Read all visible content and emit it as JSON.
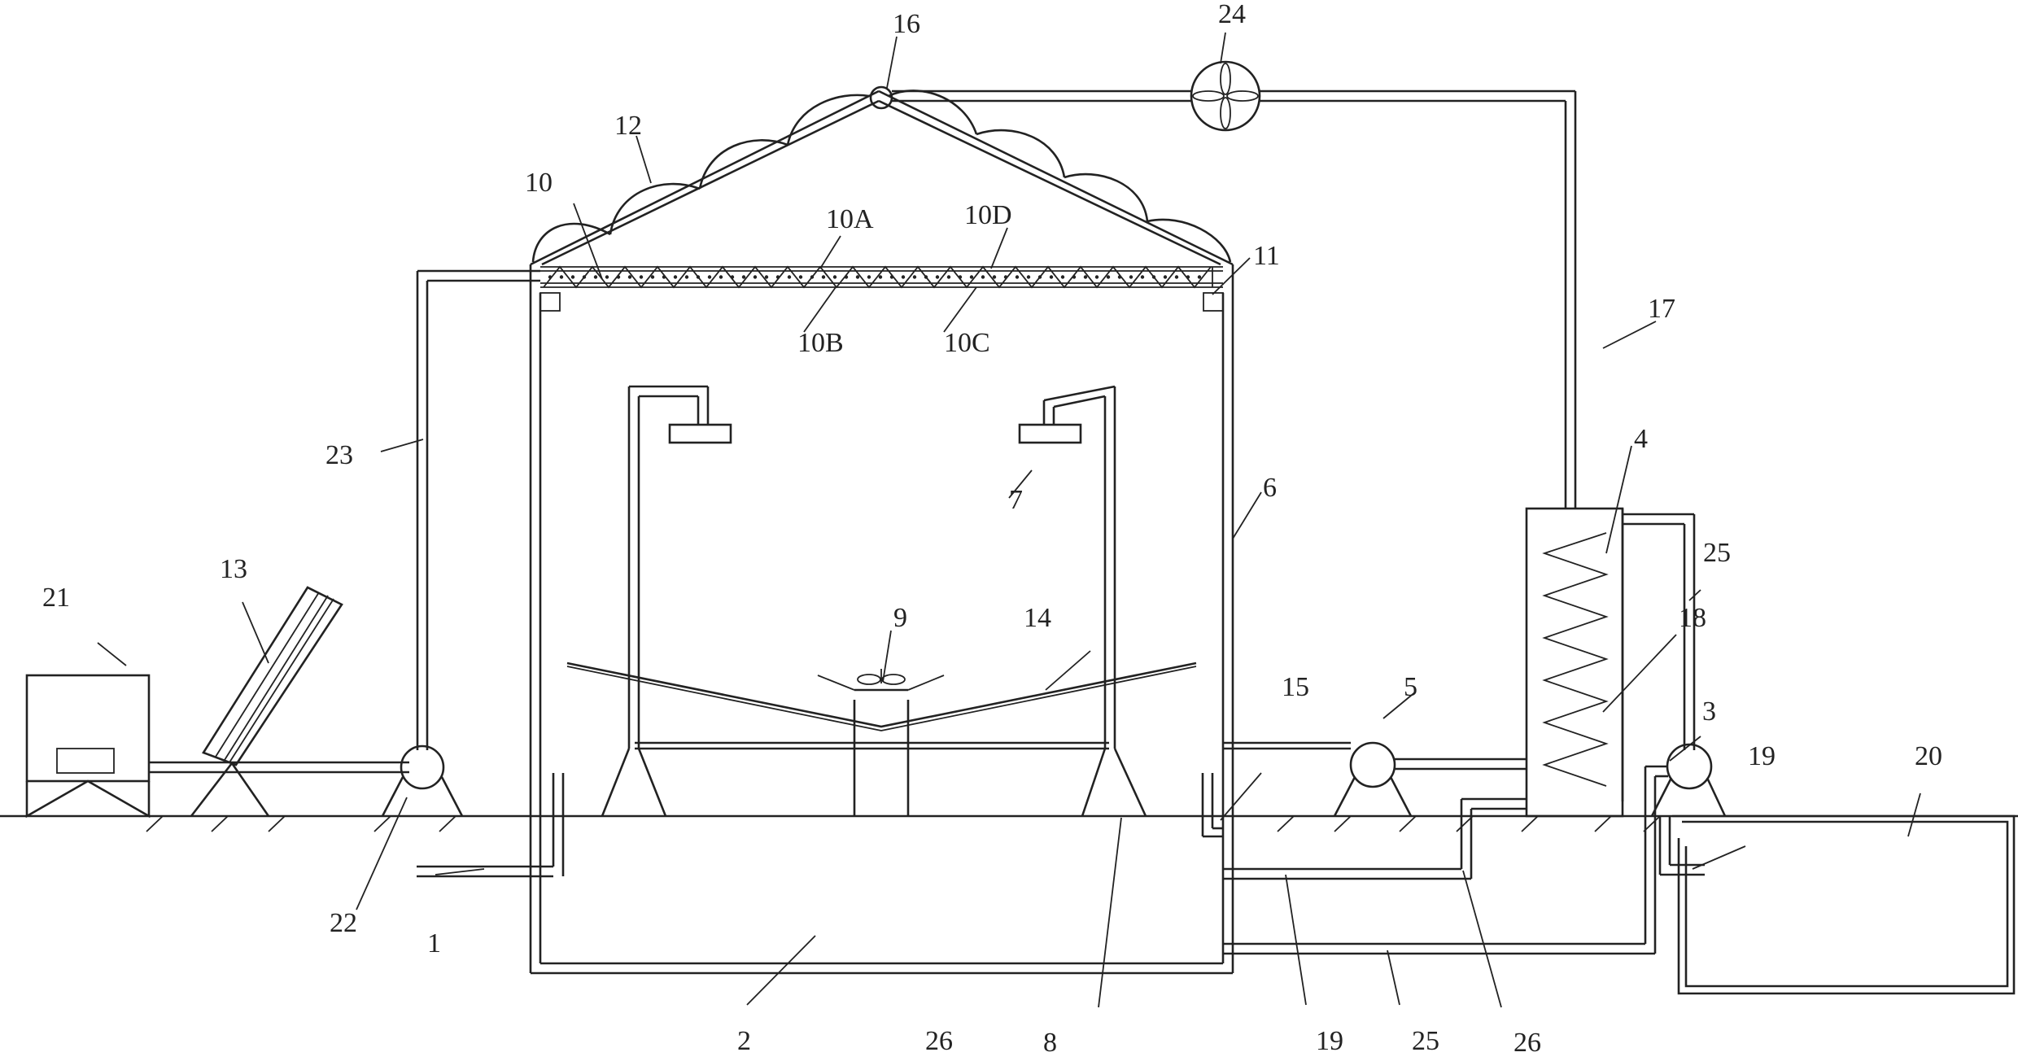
{
  "labels": {
    "l1": "1",
    "l2": "2",
    "l3": "3",
    "l4": "4",
    "l5": "5",
    "l6": "6",
    "l7": "7",
    "l8": "8",
    "l9": "9",
    "l10": "10",
    "l10a": "10A",
    "l10b": "10B",
    "l10c": "10C",
    "l10d": "10D",
    "l11": "11",
    "l12": "12",
    "l13": "13",
    "l14": "14",
    "l15": "15",
    "l16": "16",
    "l17": "17",
    "l18": "18",
    "l19a": "19",
    "l19b": "19",
    "l20": "20",
    "l21": "21",
    "l22": "22",
    "l23": "23",
    "l24": "24",
    "l25a": "25",
    "l25b": "25",
    "l26a": "26",
    "l26b": "26"
  }
}
